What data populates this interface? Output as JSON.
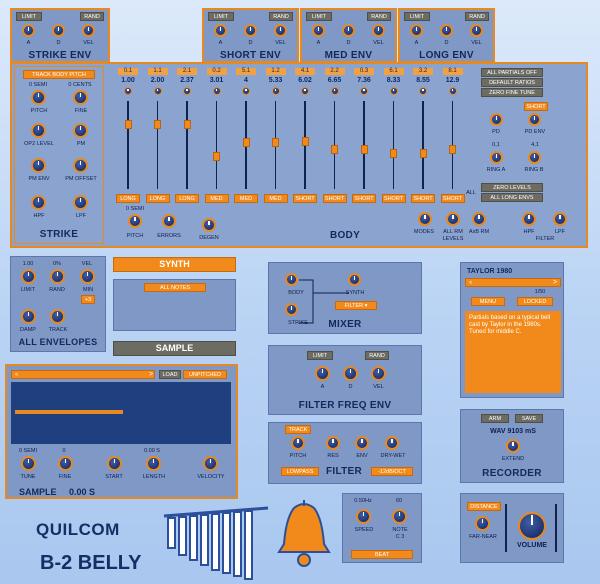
{
  "colors": {
    "accent": "#f28a1b",
    "panel": "#7f98c6",
    "text": "#14285c",
    "dark_button": "#6c6c63"
  },
  "strike_env": {
    "title": "STRIKE ENV",
    "limit": "LIMIT",
    "rand": "RAND",
    "knobs": [
      "A",
      "D",
      "VEL"
    ]
  },
  "short_env": {
    "title": "SHORT ENV",
    "limit": "LIMIT",
    "rand": "RAND",
    "knobs": [
      "A",
      "D",
      "VEL"
    ]
  },
  "med_env": {
    "title": "MED ENV",
    "limit": "LIMIT",
    "rand": "RAND",
    "knobs": [
      "A",
      "D",
      "VEL"
    ]
  },
  "long_env": {
    "title": "LONG ENV",
    "limit": "LIMIT",
    "rand": "RAND",
    "knobs": [
      "A",
      "D",
      "VEL"
    ]
  },
  "strike": {
    "title": "STRIKE",
    "track_button": "TRACK BODY PITCH",
    "semi": "0 SEMI",
    "cents": "0 CENTS",
    "knobs": [
      "PITCH",
      "FINE",
      "OP2 LEVEL",
      "PM",
      "PM ENV",
      "PM OFFSET",
      "HPF",
      "LPF"
    ]
  },
  "body": {
    "title": "BODY",
    "partials": [
      {
        "ratio": "0.1",
        "value": "1.00",
        "env": "LONG",
        "level": 0.26
      },
      {
        "ratio": "1.1",
        "value": "2.00",
        "env": "LONG",
        "level": 0.26
      },
      {
        "ratio": "2.1",
        "value": "2.37",
        "env": "LONG",
        "level": 0.26
      },
      {
        "ratio": "0.2",
        "value": "3.01",
        "env": "MED",
        "level": 0.62
      },
      {
        "ratio": "5.1",
        "value": "4",
        "env": "MED",
        "level": 0.47
      },
      {
        "ratio": "1.2",
        "value": "5.33",
        "env": "MED",
        "level": 0.47
      },
      {
        "ratio": "4.1",
        "value": "6.02",
        "env": "SHORT",
        "level": 0.45
      },
      {
        "ratio": "2.2",
        "value": "6.65",
        "env": "SHORT",
        "level": 0.55
      },
      {
        "ratio": "0.3",
        "value": "7.36",
        "env": "SHORT",
        "level": 0.55
      },
      {
        "ratio": "6.1",
        "value": "8.33",
        "env": "SHORT",
        "level": 0.59
      },
      {
        "ratio": "3.2",
        "value": "8.55",
        "env": "SHORT",
        "level": 0.59
      },
      {
        "ratio": "8.1",
        "value": "12.9",
        "env": "SHORT",
        "level": 0.55
      }
    ],
    "all_label": "ALL",
    "side_buttons": [
      "ALL PARTIALS OFF",
      "DEFAULT RATIOS",
      "ZERO FINE TUNE"
    ],
    "short_badge": "SHORT",
    "pd_label": "PD",
    "pd_env_label": "PD ENV",
    "ring_a_value": "0,1",
    "ring_b_value": "4,1",
    "ring_a": "RING A",
    "ring_b": "RING B",
    "zero_levels": "ZERO LEVELS",
    "all_long_envs": "ALL LONG ENVS",
    "semi": "0 SEMI",
    "bottom_knobs": [
      "PITCH",
      "ERRORS",
      "DEGEN"
    ],
    "modes": "MODES",
    "all_rm": "ALL RM",
    "axb_rm": "AxB RM",
    "levels_group": "LEVELS",
    "hpf": "HPF",
    "lpf": "LPF",
    "filter_group": "FILTER"
  },
  "all_envelopes": {
    "title": "ALL ENVELOPES",
    "values": [
      "1.00",
      "0%",
      "VEL"
    ],
    "knobs": [
      "LIMIT",
      "RAND",
      "MIN",
      "DAMP",
      "TRACK"
    ],
    "min_badge": "+3"
  },
  "synth": {
    "title": "SYNTH",
    "all_notes": "ALL NOTES"
  },
  "sample": {
    "title": "SAMPLE",
    "load": "LOAD",
    "unpitched": "UNPITCHED",
    "semi": "0 SEMI",
    "fine_value": "0",
    "length_value": "0.00 S",
    "knobs": [
      "TUNE",
      "FINE",
      "START",
      "LENGTH",
      "VELOCITY"
    ],
    "footer_label": "SAMPLE",
    "footer_value": "0.00 S"
  },
  "mixer": {
    "title": "MIXER",
    "knobs": [
      "BODY",
      "STRIKE",
      "SYNTH"
    ],
    "filter_button": "FILTER ▾"
  },
  "filter_freq_env": {
    "title": "FILTER FREQ ENV",
    "limit": "LIMIT",
    "rand": "RAND",
    "knobs": [
      "A",
      "D",
      "VEL"
    ]
  },
  "filter": {
    "title": "FILTER",
    "track": "TRACK",
    "knobs": [
      "PITCH",
      "RES",
      "ENV",
      "DRY-WET"
    ],
    "mode": "LOWPASS",
    "slope": "-12dB/OCT"
  },
  "preset": {
    "name": "TAYLOR 1980",
    "counter": "1/50",
    "prev": "<",
    "next": ">",
    "menu": "MENU",
    "locked": "LOCKED",
    "description": "Partials based on a typical bell cast by Taylor in the 1980s. Tuned for middle C."
  },
  "recorder": {
    "title": "RECORDER",
    "arm": "ARM",
    "save": "SAVE",
    "file": "WAV 9103 mS",
    "extend": "EXTEND"
  },
  "beat": {
    "speed_value": "0.50Hz",
    "note_value": "60",
    "speed": "SPEED",
    "note": "NOTE",
    "note_name": "C 3",
    "button": "BEAT"
  },
  "volume": {
    "distance": "DISTANCE",
    "far_near": "FAR-NEAR",
    "title": "VOLUME"
  },
  "brand": {
    "company": "QUILCOM",
    "product": "B-2 BELLY"
  },
  "nav": {
    "left": "<",
    "right": ">"
  }
}
